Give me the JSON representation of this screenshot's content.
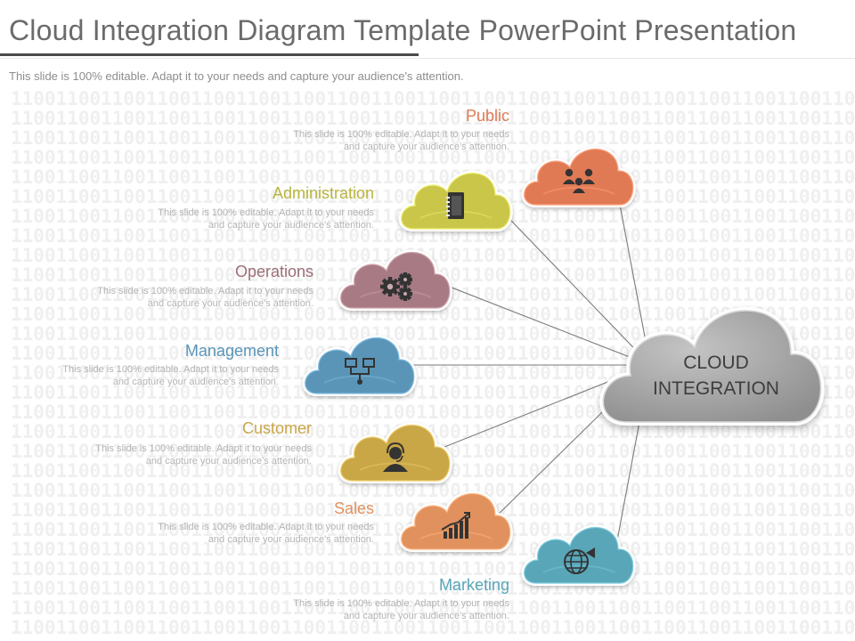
{
  "slide": {
    "title": "Cloud Integration Diagram Template PowerPoint Presentation",
    "subtitle": "This slide is 100% editable. Adapt it to your needs and capture your audience's attention.",
    "binary_pattern": "1100110011001100110011001100110011001100110011001100110011001100110011001100"
  },
  "hub": {
    "line1": "CLOUD",
    "line2": "INTEGRATION",
    "color": "#a8a8a8"
  },
  "nodes": [
    {
      "id": "public",
      "title": "Public",
      "desc1": "This slide is 100% editable. Adapt it to your needs",
      "desc2": "and capture your audience's attention.",
      "color": "#e07a55",
      "title_color": "#e07a55",
      "icon": "people-icon"
    },
    {
      "id": "administration",
      "title": "Administration",
      "desc1": "This slide is 100% editable. Adapt it to your needs",
      "desc2": "and capture your audience's attention.",
      "color": "#c9c64a",
      "title_color": "#b8b53d",
      "icon": "notebook-icon"
    },
    {
      "id": "operations",
      "title": "Operations",
      "desc1": "This slide is 100% editable. Adapt it to your needs",
      "desc2": "and capture your audience's attention.",
      "color": "#a87b84",
      "title_color": "#9c6f78",
      "icon": "gears-icon"
    },
    {
      "id": "management",
      "title": "Management",
      "desc1": "This slide is 100% editable. Adapt it to your needs",
      "desc2": "and capture your audience's attention.",
      "color": "#5a95b8",
      "title_color": "#5a95b8",
      "icon": "network-icon"
    },
    {
      "id": "customer",
      "title": "Customer",
      "desc1": "This slide is 100% editable. Adapt it to your needs",
      "desc2": "and capture your audience's attention.",
      "color": "#c9a646",
      "title_color": "#c9a646",
      "icon": "headset-person-icon"
    },
    {
      "id": "sales",
      "title": "Sales",
      "desc1": "This slide is 100% editable. Adapt it to your needs",
      "desc2": "and capture your audience's attention.",
      "color": "#e0915e",
      "title_color": "#e0915e",
      "icon": "bar-chart-icon"
    },
    {
      "id": "marketing",
      "title": "Marketing",
      "desc1": "This slide is 100% editable. Adapt it to your needs",
      "desc2": "and capture your audience's attention.",
      "color": "#58a6b8",
      "title_color": "#58a6b8",
      "icon": "globe-megaphone-icon"
    }
  ]
}
